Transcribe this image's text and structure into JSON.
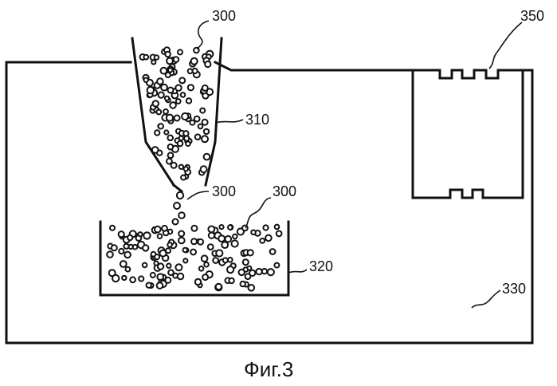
{
  "figure": {
    "caption": "Фиг.3",
    "labels": {
      "particles_top": "300",
      "particles_mid": "300",
      "particles_right": "300",
      "hopper": "310",
      "tray": "320",
      "chamber": "330",
      "device": "350"
    }
  }
}
